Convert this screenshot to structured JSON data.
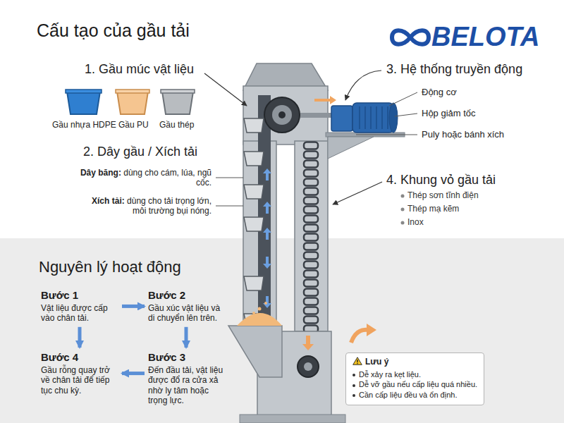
{
  "diagram": {
    "title": "Cấu tạo của gầu tải",
    "nodes": [
      {
        "text": [
          "Bước 1",
          "Vật liệu được cấp vào chân tải."
        ]
      },
      {
        "text": [
          "Bước 2",
          "Gầu xúc vật liệu và di chuyển lên trên."
        ]
      },
      {
        "text": [
          "Bước 3",
          "Đến đầu tải, vật liệu được đổ ra cửa xả nhờ ly tâm hoặc trọng lực."
        ]
      },
      {
        "text": [
          "Bước 4",
          "Gầu rỗng quay trở về chân tải để tiếp tục chu kỳ."
        ]
      },
      {
        "text": [
          "Lưu ý",
          "Dễ xảy ra kẹt liệu.",
          "Dễ vỡ gầu nếu cấp liệu quá nhiều.",
          "Cần cấp liệu đều và ổn định."
        ]
      }
    ],
    "edges": [
      {
        "from": 0,
        "to": 1,
        "arrow": "to"
      },
      {
        "from": 1,
        "to": 2,
        "arrow": "to"
      },
      {
        "from": 2,
        "to": 3,
        "arrow": "to"
      },
      {
        "from": 0,
        "to": 3,
        "arrow": "to"
      }
    ],
    "labels": [
      "BELOTA",
      "1. Gầu múc vật liệu",
      "Gầu nhựa HDPE",
      "Gầu PU",
      "Gầu thép",
      "2. Dây gầu / Xích tải",
      "Dây băng: dùng cho cám, lúa, ngũ cốc.",
      "Xích tải: dùng cho tải trọng lớn, môi trường bụi nóng.",
      "3. Hệ thống truyền động",
      "Động cơ",
      "Hộp giảm tốc",
      "Puly hoặc bánh xích",
      "4. Khung vỏ gầu tải",
      "Thép sơn tĩnh điện",
      "Thép mạ kẽm",
      "Inox",
      "Nguyên lý hoạt động"
    ]
  }
}
